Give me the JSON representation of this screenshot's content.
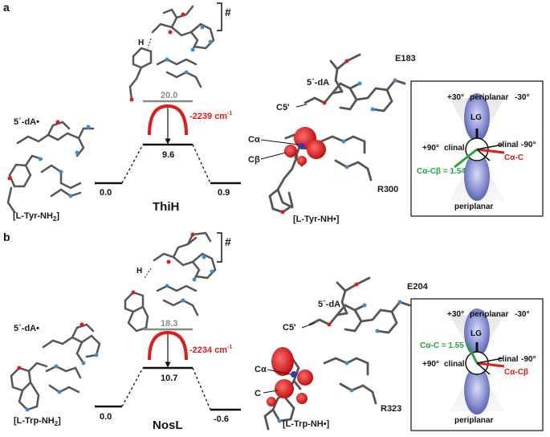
{
  "panels": [
    {
      "letter": "a",
      "protein": "ThiH",
      "levels": {
        "left": "0.0",
        "ts": "9.6",
        "right": "0.9",
        "ts_grey": "20.0"
      },
      "freq": "-2239 cm",
      "freq_sup": "-1",
      "hash": "#",
      "h_label": "H",
      "left_dA": "5´-dA•",
      "left_substrate": "[L-Tyr-NH",
      "left_substrate_sub": "2",
      "left_substrate_end": "]",
      "right_dA": "5´-dA",
      "residue_top": "E183",
      "c5": "C5'",
      "ca": "Cα",
      "cb": "Cβ",
      "residue_bottom": "R300",
      "right_substrate": "[L-Tyr-NH•]",
      "newman": {
        "top_left": "+30°",
        "top_mid": "periplanar",
        "top_right": "-30°",
        "lg": "LG",
        "left": "+90°",
        "left_word": "clinal",
        "right_word": "clinal",
        "right": "-90°",
        "green_bond": "Cα-Cβ = 1.54",
        "red_bond": "Cα-C",
        "bottom": "periplanar"
      }
    },
    {
      "letter": "b",
      "protein": "NosL",
      "levels": {
        "left": "0.0",
        "ts": "10.7",
        "right": "-0.6",
        "ts_grey": "18.3"
      },
      "freq": "-2234 cm",
      "freq_sup": "-1",
      "hash": "#",
      "h_label": "H",
      "left_dA": "5´-dA•",
      "left_substrate": "[L-Trp-NH",
      "left_substrate_sub": "2",
      "left_substrate_end": "]",
      "right_dA": "5´-dA",
      "residue_top": "E204",
      "c5": "C5'",
      "ca": "Cα",
      "cb": "C",
      "residue_bottom": "R323",
      "right_substrate": "[L-Trp-NH•]",
      "newman": {
        "top_left": "+30°",
        "top_mid": "periplanar",
        "top_right": "-30°",
        "lg": "LG",
        "left": "+90°",
        "left_word": "clinal",
        "right_word": "clinal",
        "right": "-90°",
        "green_bond": "Cα-C = 1.55",
        "red_bond": "Cα-Cβ",
        "bottom": "periplanar"
      }
    }
  ],
  "colors": {
    "red": "#e01b1b",
    "green": "#1fa53a",
    "grey": "#8a8a8a",
    "blue_lobe": "#7f86c8",
    "bond_grey": "#555555",
    "nitrogen_blue": "#3b8fd0"
  }
}
